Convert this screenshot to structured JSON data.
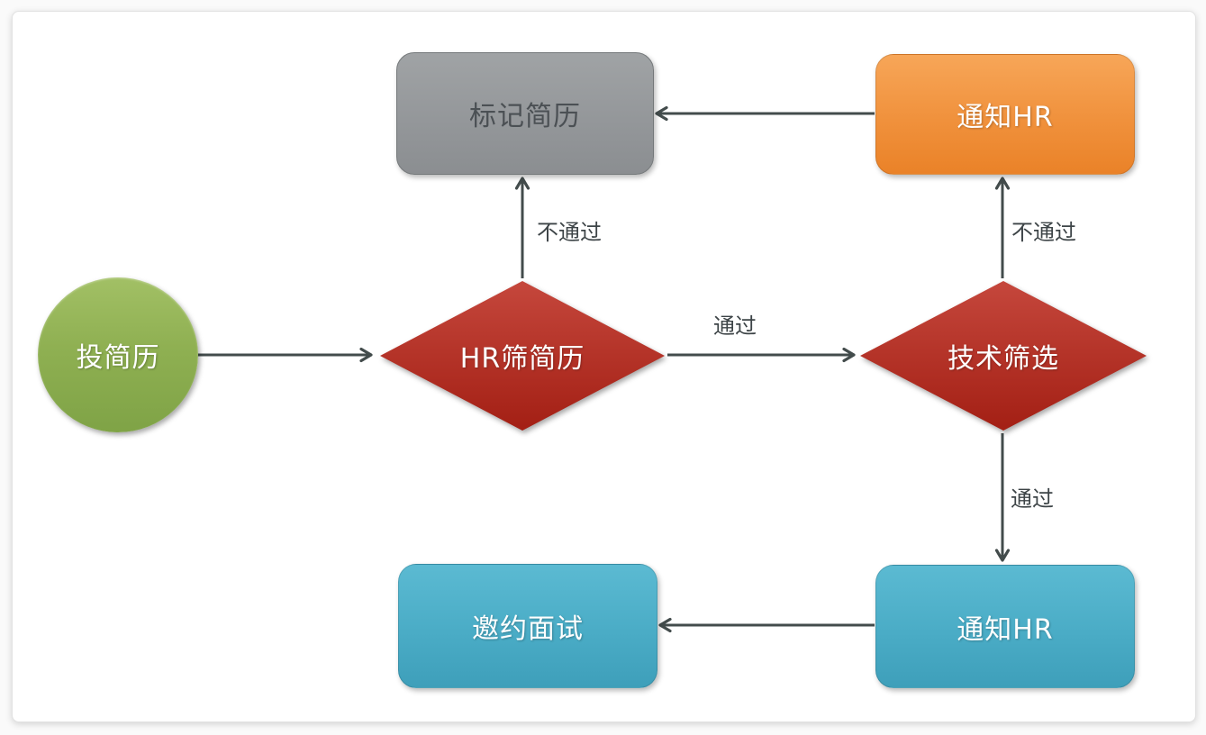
{
  "diagram": {
    "nodes": [
      {
        "id": "start",
        "type": "start-circle",
        "label": "投简历"
      },
      {
        "id": "hr-screen",
        "type": "decision",
        "label": "HR筛简历"
      },
      {
        "id": "mark-resume",
        "type": "process",
        "label": "标记简历"
      },
      {
        "id": "notify-hr-top",
        "type": "process",
        "label": "通知HR"
      },
      {
        "id": "tech-screen",
        "type": "decision",
        "label": "技术筛选"
      },
      {
        "id": "notify-hr-bottom",
        "type": "process",
        "label": "通知HR"
      },
      {
        "id": "invite-interview",
        "type": "process",
        "label": "邀约面试"
      }
    ],
    "edges": [
      {
        "from": "start",
        "to": "hr-screen",
        "label": ""
      },
      {
        "from": "hr-screen",
        "to": "mark-resume",
        "label": "不通过"
      },
      {
        "from": "hr-screen",
        "to": "tech-screen",
        "label": "通过"
      },
      {
        "from": "tech-screen",
        "to": "notify-hr-top",
        "label": "不通过"
      },
      {
        "from": "notify-hr-top",
        "to": "mark-resume",
        "label": ""
      },
      {
        "from": "tech-screen",
        "to": "notify-hr-bottom",
        "label": "通过"
      },
      {
        "from": "notify-hr-bottom",
        "to": "invite-interview",
        "label": ""
      }
    ],
    "colors": {
      "start_fill_top": "#a2c065",
      "start_fill_bottom": "#7fa346",
      "decision_fill_top": "#c5473c",
      "decision_fill_bottom": "#a31f14",
      "process_gray_top": "#a0a3a5",
      "process_gray_bottom": "#8b8e91",
      "process_orange_top": "#f7a658",
      "process_orange_bottom": "#ea8228",
      "process_blue_top": "#5bbad2",
      "process_blue_bottom": "#3e9fba",
      "arrow": "#434c4c",
      "edge_label_text": "#3d4447",
      "gray_node_text": "#4b5054",
      "node_text": "#ffffff"
    }
  }
}
